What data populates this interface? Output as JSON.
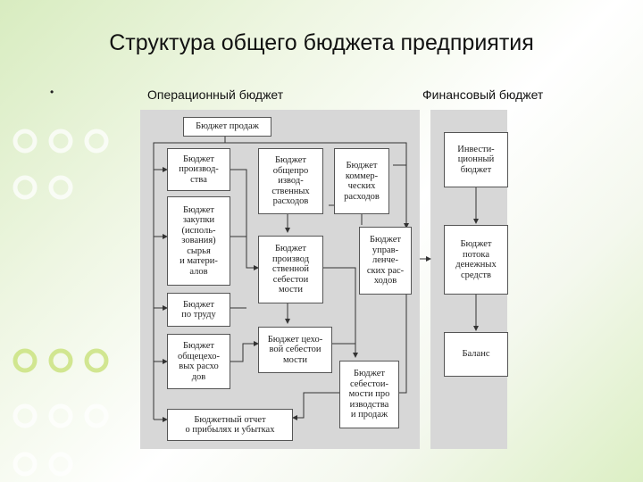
{
  "slide": {
    "title": "Структура общего бюджета предприятия",
    "bullet": "•",
    "operational_header": "Операционный бюджет",
    "financial_header": "Финансовый бюджет"
  },
  "boxes": {
    "sales": "Бюджет продаж",
    "production": "Бюджет\nпроизвод-\nства",
    "purchases": "Бюджет\nзакупки\n(исполь-\nзования)\nсырья\nи матери-\nалов",
    "labor": "Бюджет\nпо труду",
    "shop_overhead": "Бюджет\nобщецехо-\nвых расхо\nдов",
    "general_production": "Бюджет\nобщепро\nизвод-\nственных\nрасходов",
    "commercial": "Бюджет\nкоммер-\nческих\nрасходов",
    "production_cost": "Бюджет\nпроизвод\nственной\nсебестои\nмости",
    "administrative": "Бюджет\nуправ-\nленче-\nских рас-\nходов",
    "shop_cost": "Бюджет цехо-\nвой себестои\nмости",
    "cost_of_sales": "Бюджет\nсебестои-\nмости про\nизводства\nи продаж",
    "profit_loss": "Бюджетный отчет\nо прибылях и убытках",
    "investment": "Инвести-\nционный\nбюджет",
    "cash_flow": "Бюджет\nпотока\nденежных\nсредств",
    "balance": "Баланс"
  }
}
